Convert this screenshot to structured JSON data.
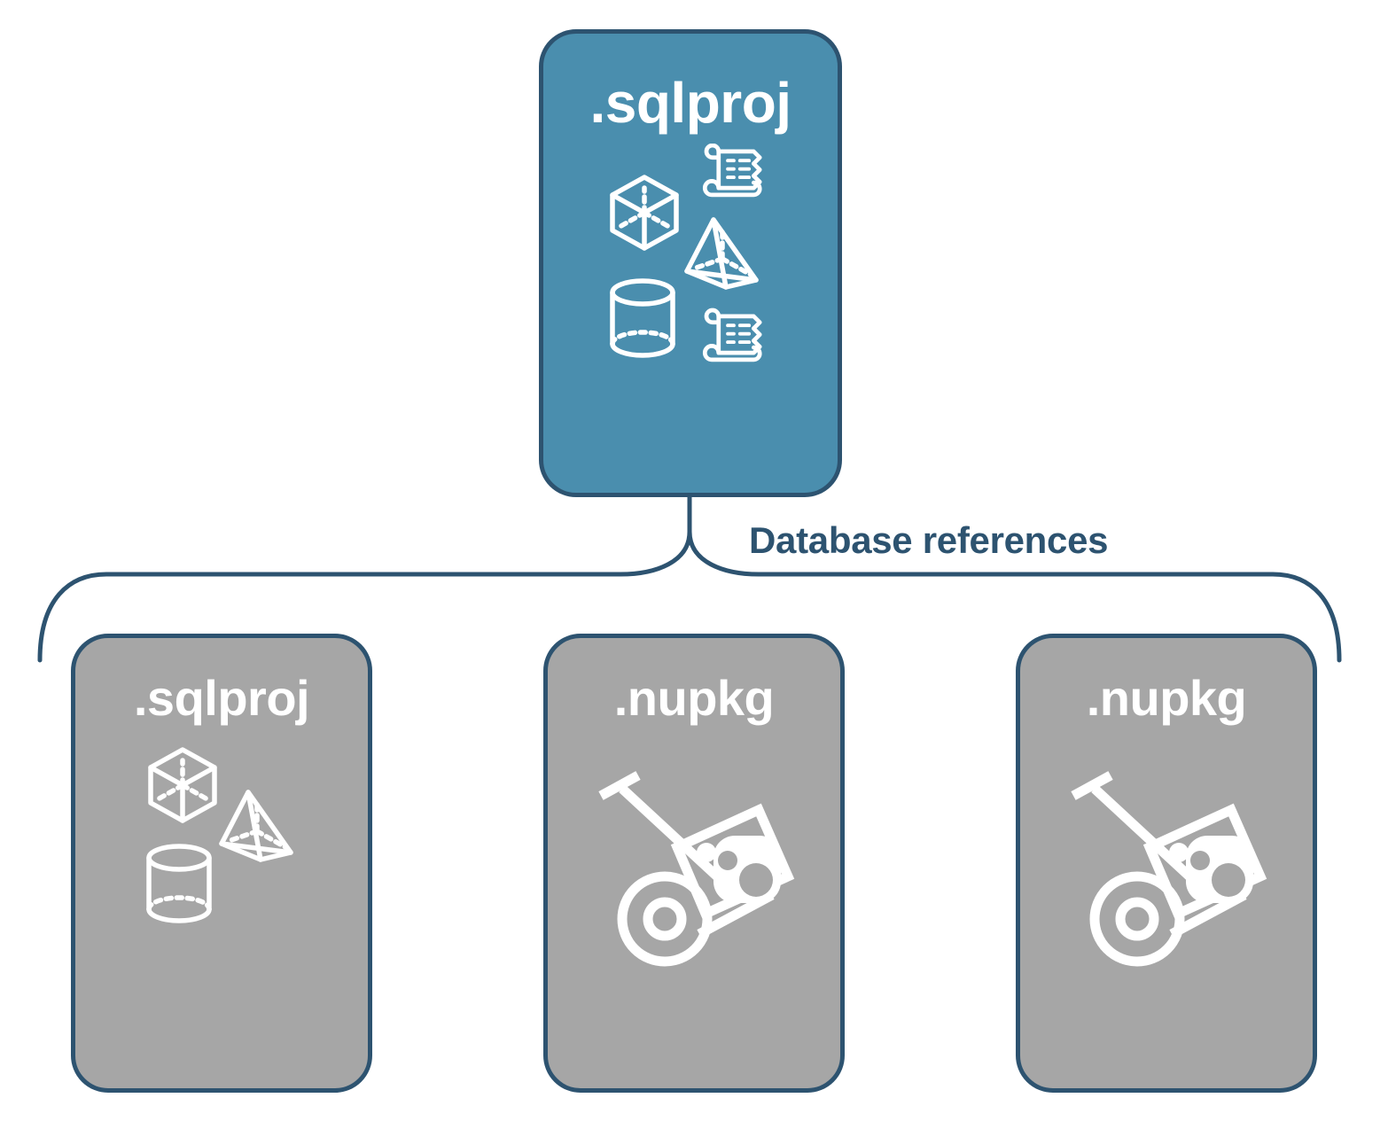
{
  "diagram": {
    "title_text": "Database references",
    "colors": {
      "primary_fill": "#4a8eae",
      "secondary_fill": "#a6a6a6",
      "stroke": "#2d5370",
      "label_text": "#2d5370",
      "icon": "#ffffff",
      "background": "#ffffff"
    },
    "root": {
      "label": ".sqlproj",
      "icons": [
        "cube-icon",
        "script-scroll-icon",
        "pyramid-icon",
        "cylinder-icon",
        "script-scroll-icon"
      ]
    },
    "connector": {
      "label": "Database references",
      "kind": "curly-brace"
    },
    "references": [
      {
        "label": ".sqlproj",
        "icons": [
          "cube-icon",
          "pyramid-icon",
          "cylinder-icon"
        ]
      },
      {
        "label": ".nupkg",
        "icons": [
          "hand-truck-package-icon"
        ]
      },
      {
        "label": ".nupkg",
        "icons": [
          "hand-truck-package-icon"
        ]
      }
    ]
  }
}
